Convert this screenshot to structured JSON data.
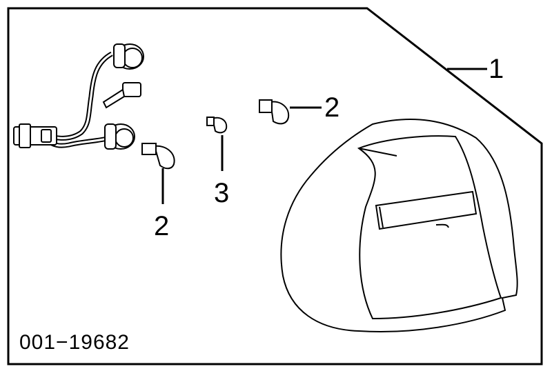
{
  "callouts": {
    "c1": "1",
    "c2a": "2",
    "c2b": "2",
    "c3": "3"
  },
  "reference_number": "001−19682"
}
